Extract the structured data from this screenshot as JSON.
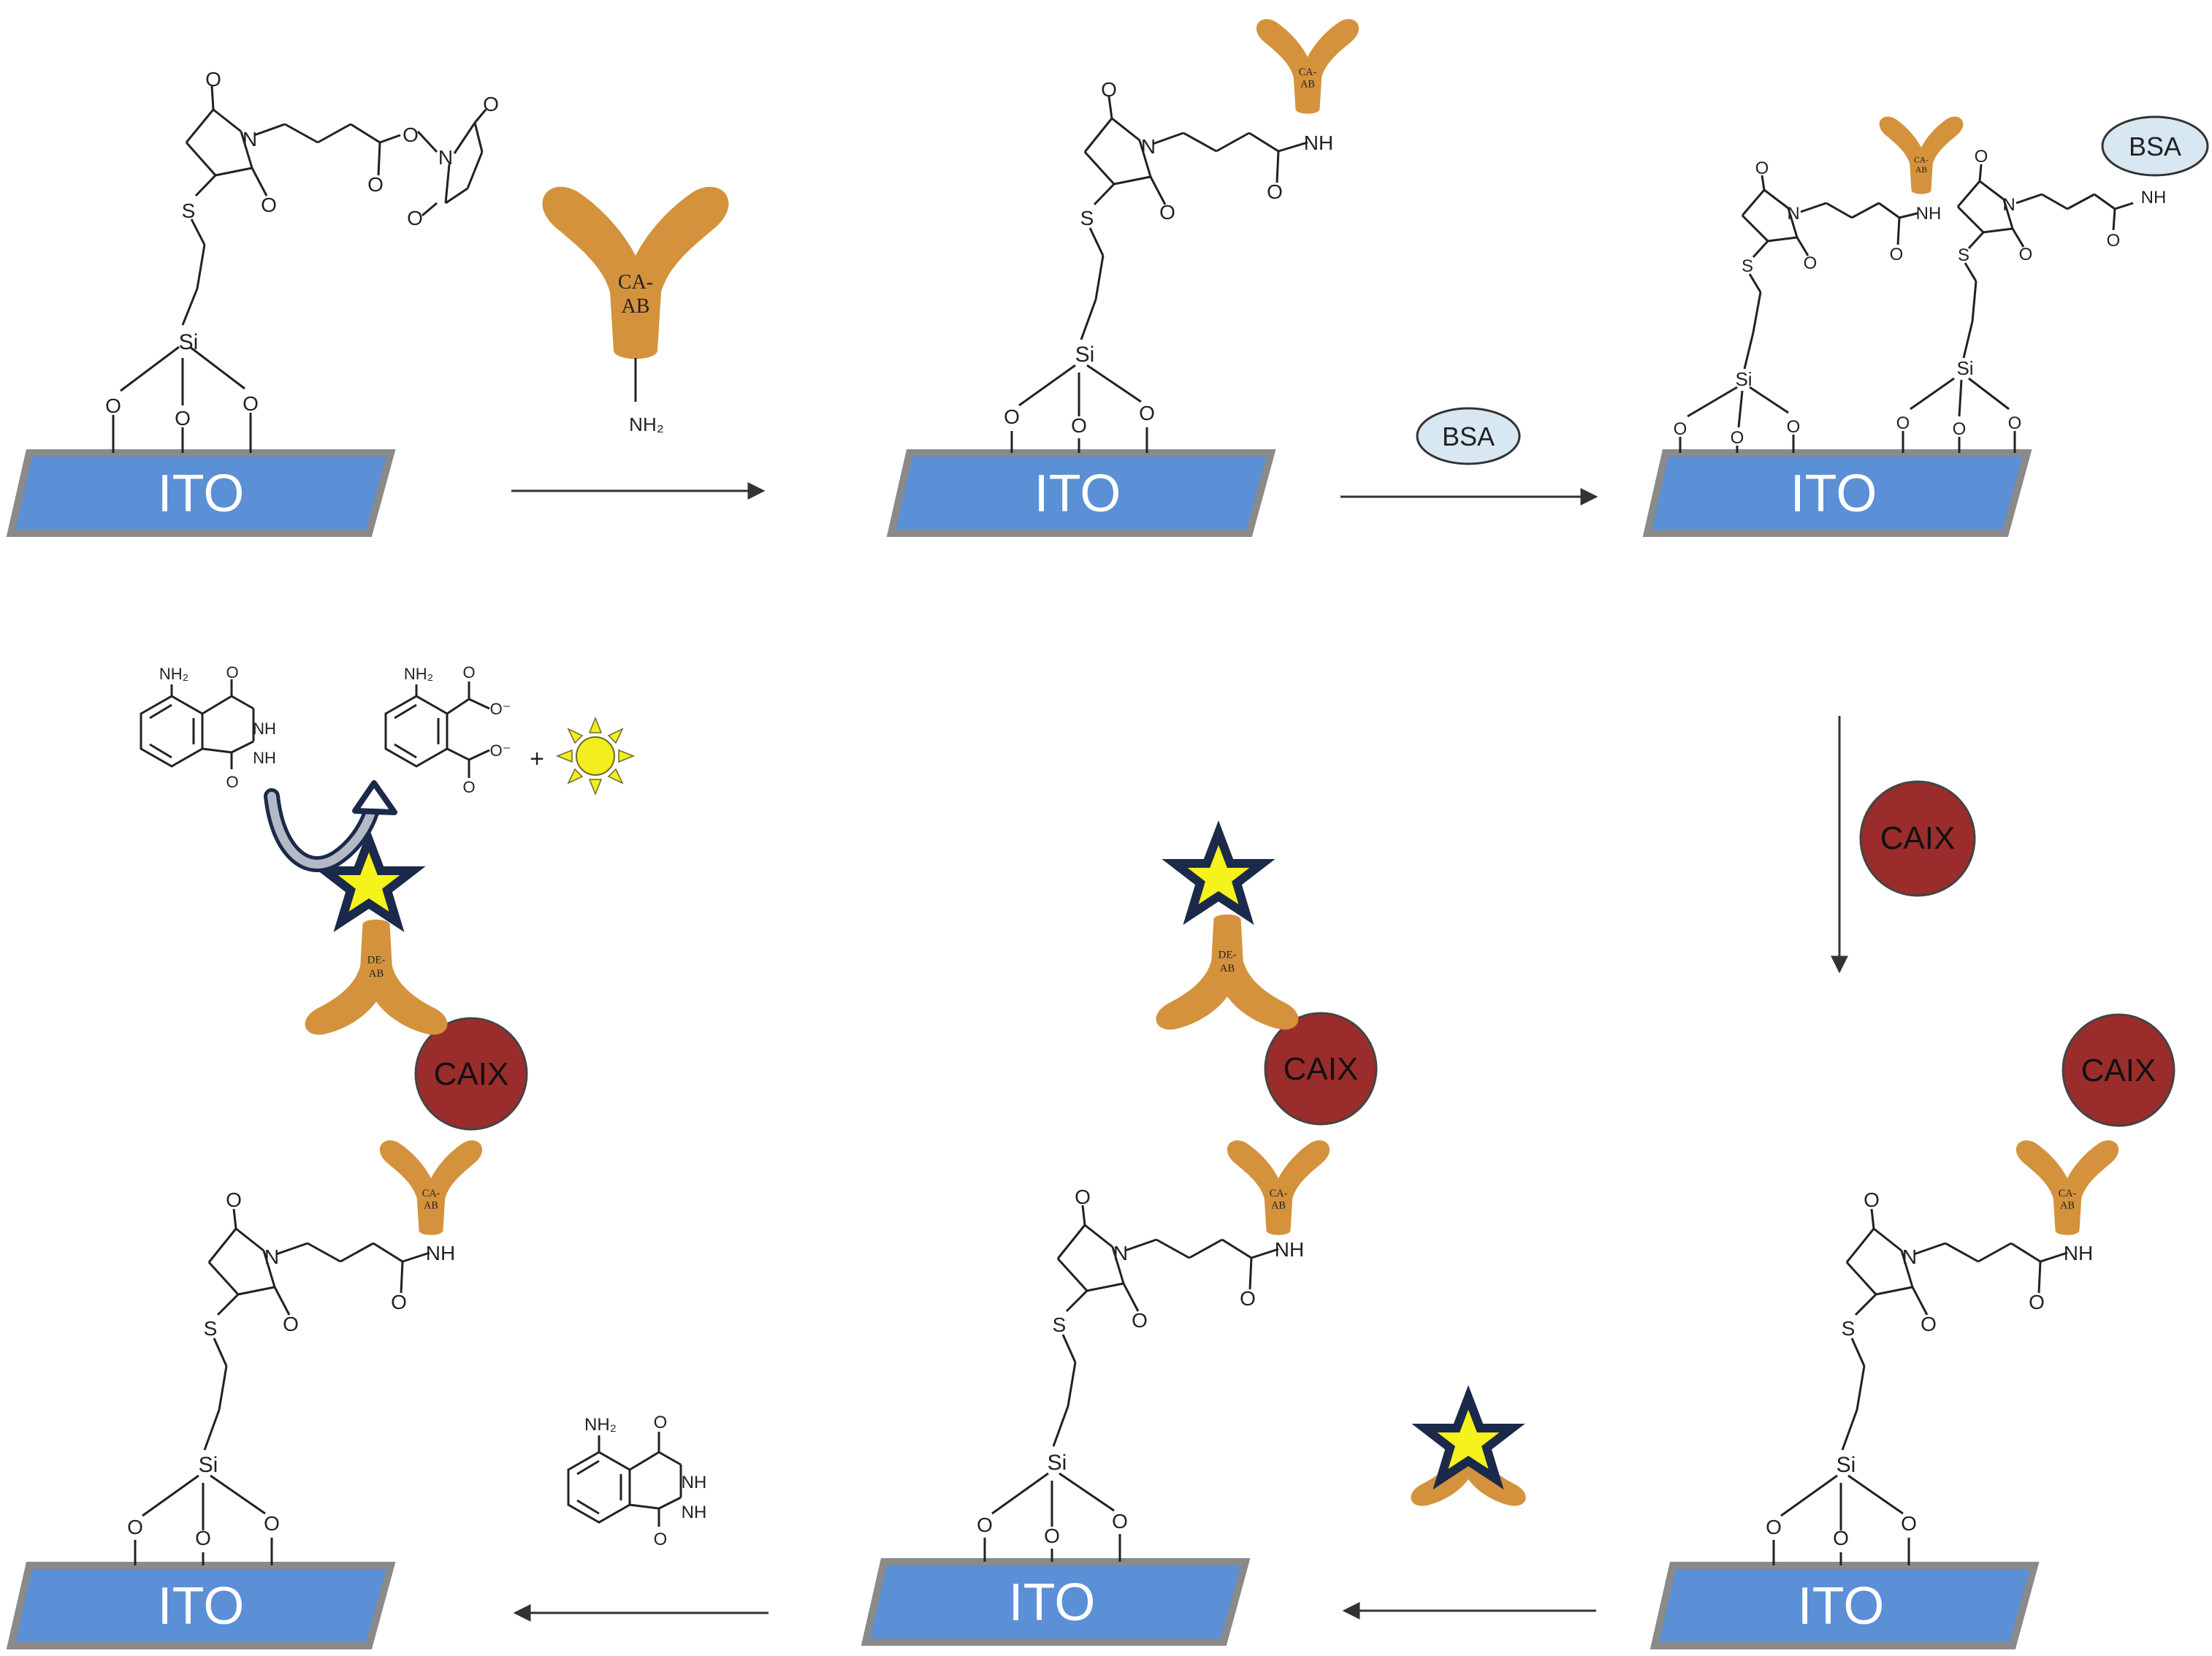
{
  "labels": {
    "electrode": "ITO",
    "blocker": "BSA",
    "antigen": "CAIX",
    "capture_ab_line1": "CA-",
    "capture_ab_line2": "AB",
    "detection_ab_line1": "DE-",
    "detection_ab_line2": "AB",
    "amine": "NH₂",
    "amide": "NH",
    "oxygen": "O",
    "silicon": "Si",
    "sulfur": "S",
    "nitrogen": "N",
    "imide_nh": "NH",
    "carboxylate": "O⁻",
    "plus": "+"
  },
  "colors": {
    "ito_fill": "#5b8fd6",
    "ito_border": "#8a8a8a",
    "antibody": "#d4923c",
    "caix": "#9b2c2c",
    "bsa_fill": "#d8e8f2",
    "star": "#f6f21b",
    "star_outline": "#1b2a4a",
    "sun": "#f4ee1e",
    "curved_arrow": "#1b2a4a"
  }
}
